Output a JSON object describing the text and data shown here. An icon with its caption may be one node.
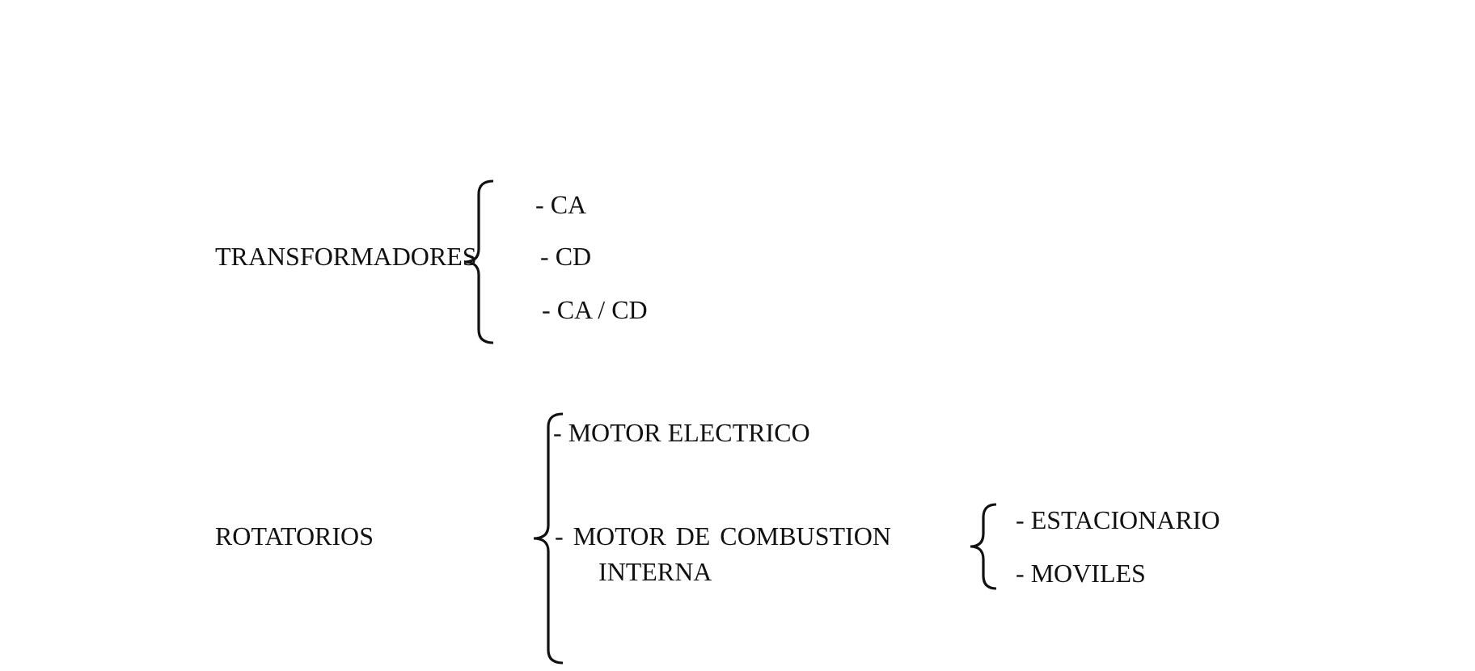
{
  "diagram": {
    "labels": [
      "- CA",
      "TRANSFORMADORES",
      "- CD",
      "- CA / CD",
      "- MOTOR ELECTRICO",
      "ROTATORIOS",
      "- MOTOR DE COMBUSTION INTERNA",
      "- ESTACIONARIO",
      "- MOVILES"
    ]
  }
}
